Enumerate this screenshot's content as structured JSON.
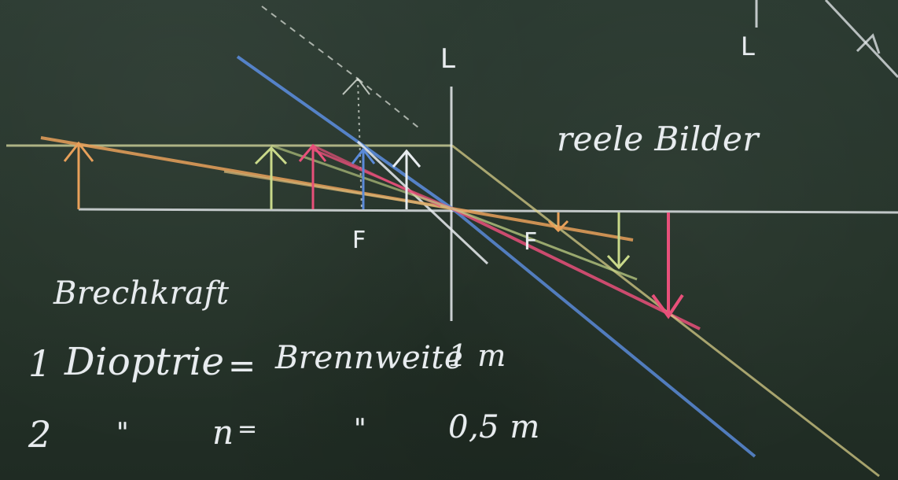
{
  "labels": {
    "lens_left": "L",
    "lens_right": "L",
    "focal_left": "F",
    "focal_right": "F",
    "real_images": "reele Bilder"
  },
  "notes": {
    "heading": "Brechkraft",
    "line1_number": "1",
    "line1_word": "Dioptrie",
    "line1_equals": "=",
    "line1_term": "Brennweite",
    "line1_value": "1 m",
    "line2_number": "2",
    "line2_ditto_a": "\"",
    "line2_n": "n",
    "line2_equals": "=",
    "line2_ditto_b": "\"",
    "line2_value": "0,5 m"
  },
  "colors": {
    "board": "#24352b",
    "chalk_white": "#e8ecef",
    "chalk_orange": "#e8a05a",
    "chalk_yellow_green": "#c9d98a",
    "chalk_pink": "#e8507a",
    "chalk_blue": "#5a8ad8",
    "chalk_pale_yellow": "#e0d58c"
  }
}
